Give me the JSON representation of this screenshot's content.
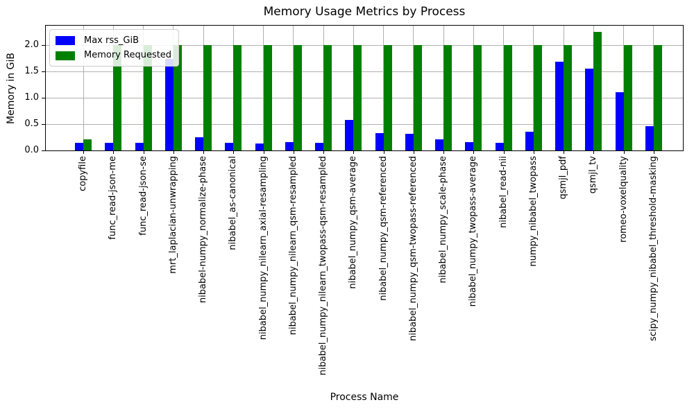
{
  "chart_data": {
    "type": "bar",
    "title": "Memory Usage Metrics by Process",
    "xlabel": "Process Name",
    "ylabel": "Memory in GiB",
    "categories": [
      "copyfile",
      "func_read-json-me",
      "func_read-json-se",
      "mrt_laplacian-unwrapping",
      "nibabel-numpy_normalize-phase",
      "nibabel_as-canonical",
      "nibabel_numpy_nilearn_axial-resampling",
      "nibabel_numpy_nilearn_qsm-resampled",
      "nibabel_numpy_nilearn_twopass-qsm-resampled",
      "nibabel_numpy_qsm-average",
      "nibabel_numpy_qsm-referenced",
      "nibabel_numpy_qsm-twopass-referenced",
      "nibabel_numpy_scale-phase",
      "nibabel_numpy_twopass-average",
      "nibabel_read-nii",
      "numpy_nibabel_twopass",
      "qsmjl_pdf",
      "qsmjl_tv",
      "romeo-voxelquality",
      "scipy_numpy_nibabel_threshold-masking"
    ],
    "series": [
      {
        "name": "Max rss_GiB",
        "color": "#0000ff",
        "values": [
          0.15,
          0.14,
          0.14,
          1.74,
          0.25,
          0.14,
          0.13,
          0.16,
          0.15,
          0.58,
          0.33,
          0.32,
          0.21,
          0.16,
          0.15,
          0.35,
          1.68,
          1.56,
          1.11,
          0.46
        ]
      },
      {
        "name": "Memory Requested",
        "color": "#008000",
        "values": [
          0.21,
          2.0,
          2.0,
          2.0,
          2.0,
          2.0,
          2.0,
          2.0,
          2.0,
          2.0,
          2.0,
          2.0,
          2.0,
          2.0,
          2.0,
          2.0,
          2.0,
          2.25,
          2.0,
          2.0
        ]
      }
    ],
    "yticks": [
      0.0,
      0.5,
      1.0,
      1.5,
      2.0
    ],
    "ylim": [
      0,
      2.37
    ],
    "grid": true,
    "grid_color": "#b0b0b0",
    "legend_position": "upper left",
    "background": "#ffffff"
  }
}
